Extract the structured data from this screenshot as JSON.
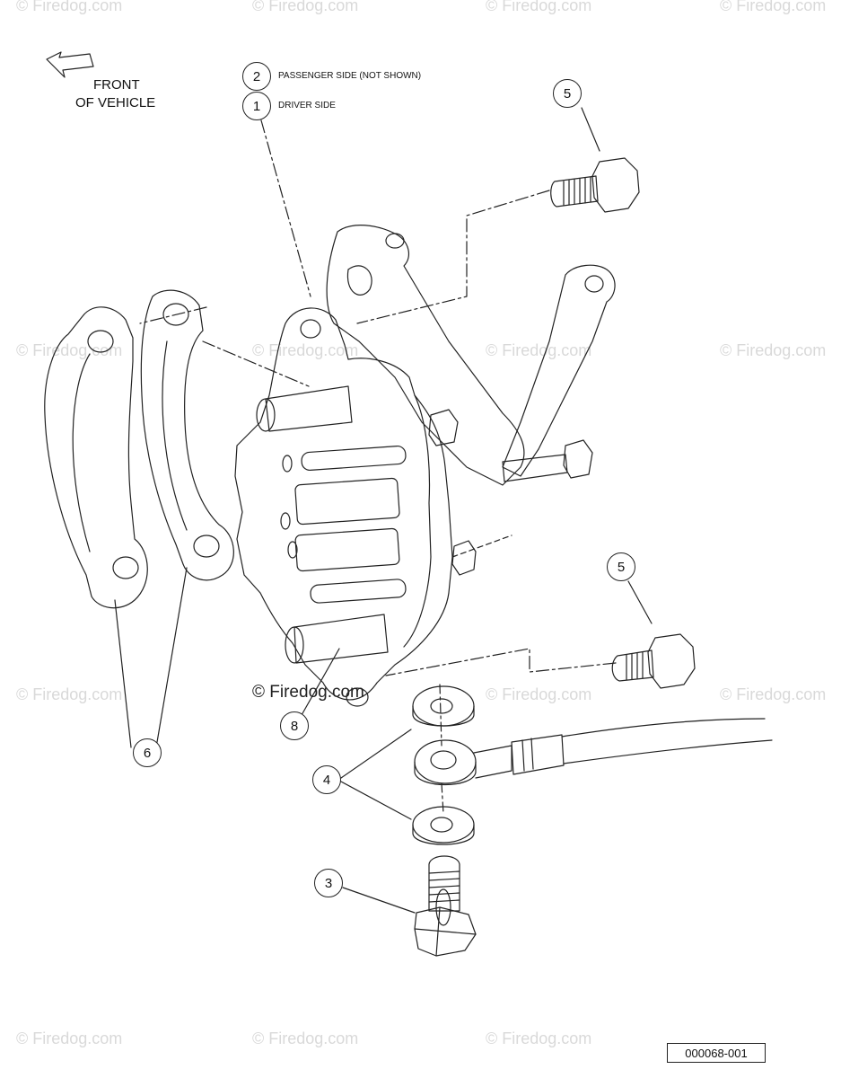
{
  "watermark": "© Firedog.com",
  "center_watermark": "© Firedog.com",
  "orientation": {
    "line1": "FRONT",
    "line2": "OF VEHICLE"
  },
  "legend": [
    {
      "number": "2",
      "text": "PASSENGER SIDE (NOT SHOWN)"
    },
    {
      "number": "1",
      "text": "DRIVER SIDE"
    }
  ],
  "callouts": {
    "bolt_upper": "5",
    "bolt_lower": "5",
    "pads": "6",
    "caliper_pin": "8",
    "washers": "4",
    "banjo_bolt": "3"
  },
  "figure_id": "000068-001",
  "colors": {
    "line": "#222222",
    "watermark": "#d9d9d9"
  }
}
